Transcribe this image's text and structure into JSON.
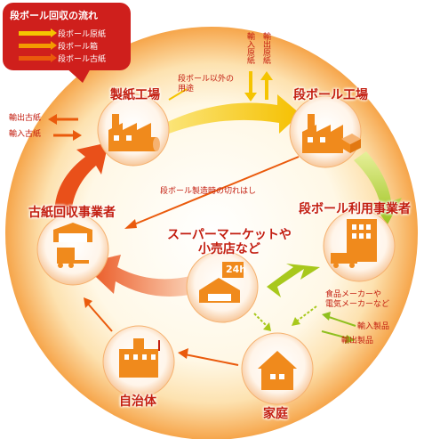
{
  "legend": {
    "title": "段ボール回収の流れ",
    "items": [
      {
        "label": "段ボール原紙",
        "color": "#f5c400"
      },
      {
        "label": "段ボール箱",
        "color": "#f39a00"
      },
      {
        "label": "段ボール古紙",
        "color": "#ea5a0c"
      }
    ]
  },
  "nodes": {
    "paper_mill": "製紙工場",
    "box_factory": "段ボール工場",
    "box_users": "段ボール利用事業者",
    "supermarket": "スーパーマーケットや\n小売店など",
    "home": "家庭",
    "municipality": "自治体",
    "collector": "古紙回収事業者"
  },
  "labels": {
    "export_waste": "輸出古紙",
    "import_waste": "輸入古紙",
    "import_base_paper": "輸入原紙",
    "export_base_paper": "輸出原紙",
    "other_uses": "段ボール以外の\n用途",
    "scrap": "段ボール製造時の切れはし",
    "makers": "食品メーカーや\n電気メーカーなど",
    "import_products": "輸入製品",
    "export_products": "輸出製品",
    "supermarket_badge": "24h"
  },
  "colors": {
    "ring_outer": "#f4a44a",
    "ring_inner": "#fff6e0",
    "node_fill": "#f08a1c",
    "label_red": "#c31e10",
    "green": "#8fbf1f",
    "yellow": "#f5c400",
    "orange": "#f39a00",
    "red_orange": "#ea5a0c"
  }
}
